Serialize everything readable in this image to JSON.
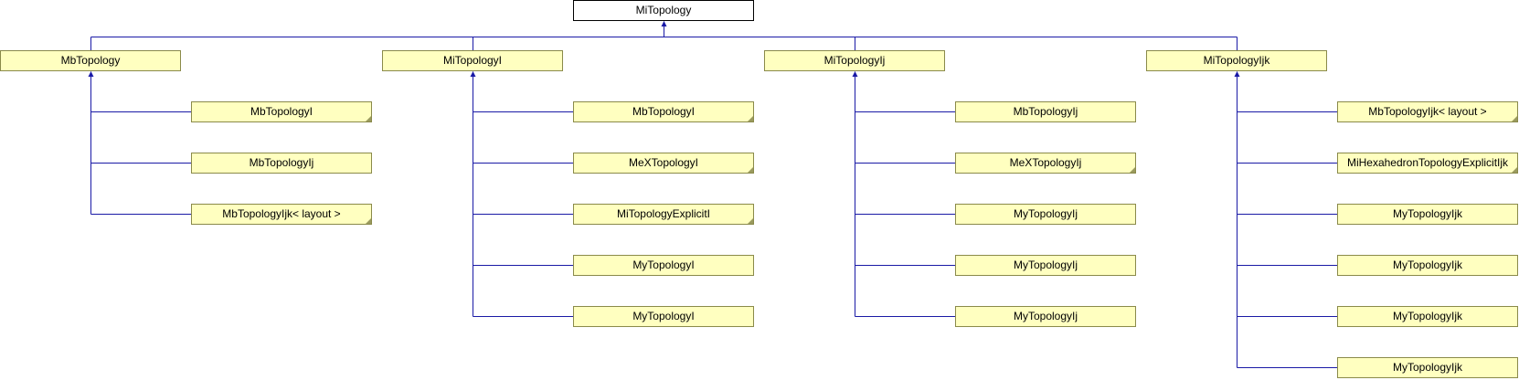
{
  "diagram": {
    "root": {
      "label": "MiTopology"
    },
    "branches": [
      {
        "label": "MbTopology",
        "children": [
          {
            "label": "MbTopologyI"
          },
          {
            "label": "MbTopologyIj"
          },
          {
            "label": "MbTopologyIjk< layout >"
          }
        ]
      },
      {
        "label": "MiTopologyI",
        "children": [
          {
            "label": "MbTopologyI"
          },
          {
            "label": "MeXTopologyI"
          },
          {
            "label": "MiTopologyExplicitI"
          },
          {
            "label": "MyTopologyI"
          },
          {
            "label": "MyTopologyI"
          }
        ]
      },
      {
        "label": "MiTopologyIj",
        "children": [
          {
            "label": "MbTopologyIj"
          },
          {
            "label": "MeXTopologyIj"
          },
          {
            "label": "MyTopologyIj"
          },
          {
            "label": "MyTopologyIj"
          },
          {
            "label": "MyTopologyIj"
          }
        ]
      },
      {
        "label": "MiTopologyIjk",
        "children": [
          {
            "label": "MbTopologyIjk< layout >"
          },
          {
            "label": "MiHexahedronTopologyExplicitIjk"
          },
          {
            "label": "MyTopologyIjk"
          },
          {
            "label": "MyTopologyIjk"
          },
          {
            "label": "MyTopologyIjk"
          },
          {
            "label": "MyTopologyIjk"
          }
        ]
      }
    ],
    "colors": {
      "edge": "#1a1aa6",
      "node_fill": "#ffffc0",
      "root_fill": "#ffffff"
    }
  }
}
